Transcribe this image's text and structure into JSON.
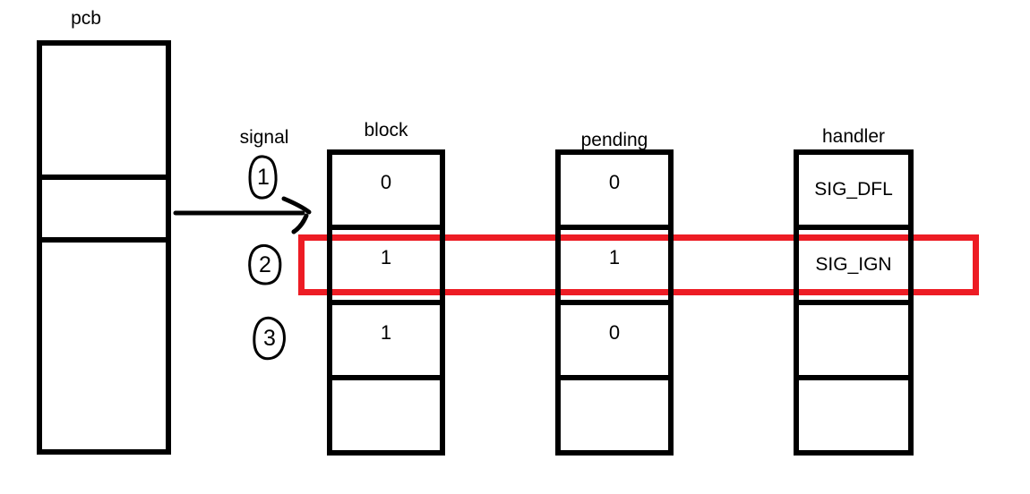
{
  "pcb": {
    "label": "pcb"
  },
  "signal": {
    "label": "signal",
    "numbers": [
      "1",
      "2",
      "3"
    ]
  },
  "columns": [
    {
      "header": "block",
      "cells": [
        "0",
        "1",
        "1",
        ""
      ]
    },
    {
      "header": "pending",
      "cells": [
        "0",
        "1",
        "0",
        ""
      ]
    },
    {
      "header": "handler",
      "cells": [
        "SIG_DFL",
        "SIG_IGN",
        "",
        ""
      ]
    }
  ],
  "highlight": {
    "color": "#ED1C24",
    "row_index": 1
  },
  "colors": {
    "ink": "#000000",
    "background": "#FFFFFF"
  }
}
